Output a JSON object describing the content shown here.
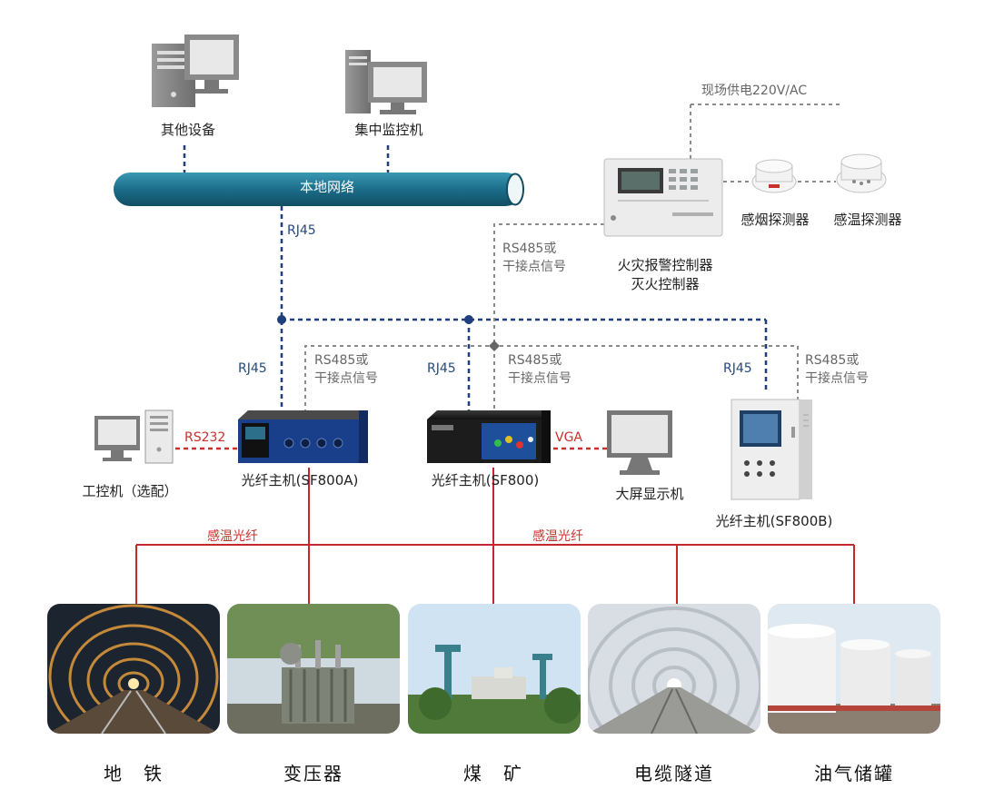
{
  "devices": {
    "other_equipment": "其他设备",
    "central_monitor": "集中监控机",
    "local_network": "本地网络",
    "fire_alarm_controller": [
      "火灾报警控制器",
      "灭火控制器"
    ],
    "smoke_detector": "感烟探测器",
    "heat_detector": "感温探测器",
    "power_supply": "现场供电220V/AC",
    "ipc": "工控机（选配）",
    "host_a": "光纤主机(SF800A)",
    "host": "光纤主机(SF800)",
    "host_b": "光纤主机(SF800B)",
    "display": "大屏显示机"
  },
  "links": {
    "rj45": "RJ45",
    "rs485": [
      "RS485或",
      "干接点信号"
    ],
    "rs232": "RS232",
    "vga": "VGA",
    "sensing_fiber": "感温光纤"
  },
  "applications": [
    "地　铁",
    "变压器",
    "煤　矿",
    "电缆隧道",
    "油气储罐"
  ],
  "colors": {
    "network_blue": "#1f3f7a",
    "signal_gray": "#888888",
    "fiber_red": "#c9302c",
    "tube": "#1e6e8a"
  }
}
